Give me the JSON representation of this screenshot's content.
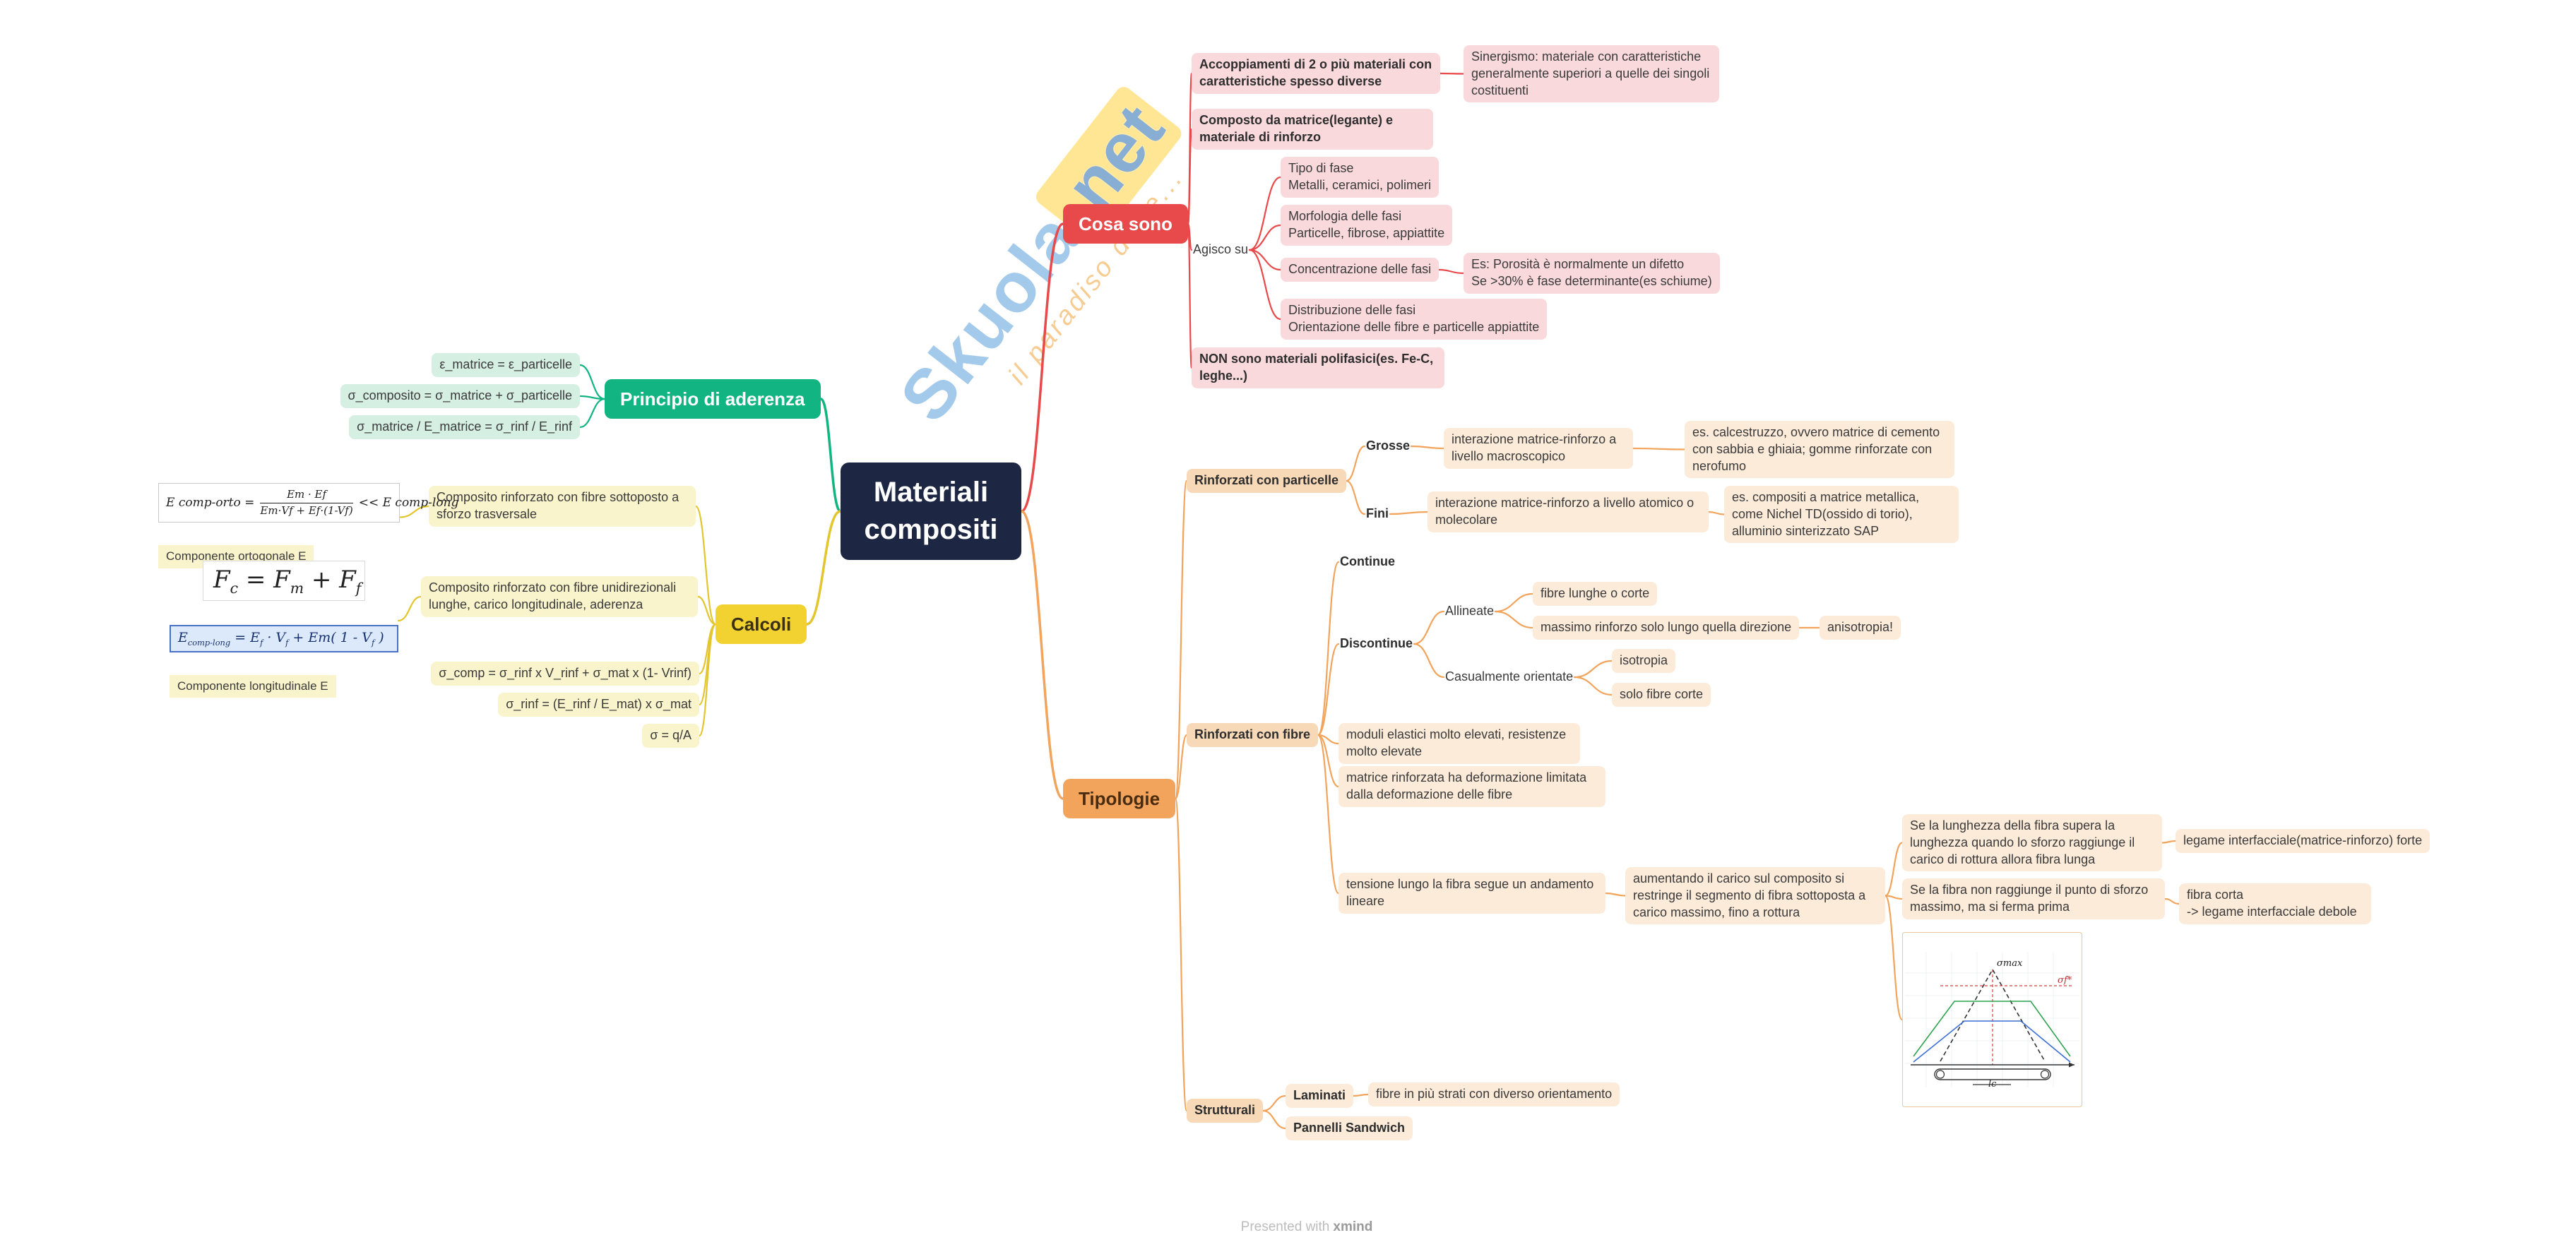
{
  "root": {
    "title": "Materiali compositi"
  },
  "colors": {
    "central": "#1D2642",
    "cosa_sono": "#E8494A",
    "principio": "#12B581",
    "calcoli": "#F2D231",
    "tipologie": "#F2A45C",
    "pink_bg": "#F9D9DC",
    "green_bg": "#D6EFE3",
    "yellow_bg": "#FAF4CC",
    "tan_bg": "#FDEBDA"
  },
  "watermark": {
    "brand": "Skuola",
    "suffix": ".net",
    "tagline": "il paradiso delle..."
  },
  "footer": {
    "prefix": "Presented with",
    "brand": "xmind"
  },
  "cosa": {
    "label": "Cosa sono",
    "accoppiamenti": "Accoppiamenti di 2 o più materiali con caratteristiche spesso diverse",
    "sinergismo": "Sinergismo: materiale con caratteristiche generalmente superiori a quelle dei singoli costituenti",
    "composto": "Composto da matrice(legante) e materiale di rinforzo",
    "agisco_su": "Agisco su",
    "tipo_fase": "Tipo di fase\nMetalli, ceramici, polimeri",
    "morfologia": "Morfologia delle fasi\nParticelle, fibrose, appiattite",
    "concentrazione": "Concentrazione delle fasi",
    "es_porosita": "Es: Porosità è normalmente un difetto\nSe >30% è fase determinante(es schiume)",
    "distribuzione": "Distribuzione delle fasi\nOrientazione delle fibre e particelle appiattite",
    "non_sono": "NON sono materiali polifasici(es. Fe-C, leghe...)"
  },
  "principio": {
    "label": "Principio di aderenza",
    "f1": "ε_matrice = ε_particelle",
    "f2": "σ_composito = σ_matrice + σ_particelle",
    "f3": "σ_matrice / E_matrice = σ_rinf / E_rinf"
  },
  "calcoli": {
    "label": "Calcoli",
    "trasversale": "Composito rinforzato con fibre sottoposto a sforzo trasversale",
    "orto": {
      "lhs": "E comp-orto =",
      "num": "Em · Ef",
      "den": "Em·Vf + Ef·(1-Vf)",
      "tail": "<< E comp-long"
    },
    "orto_caption": "Componente ortogonale E",
    "unidirezionali": "Composito rinforzato con fibre unidirezionali lunghe, carico longitudinale, aderenza",
    "forze": {
      "a": "F",
      "a_sub": "c",
      "b": " = F",
      "b_sub": "m",
      "c": " + F",
      "c_sub": "f"
    },
    "elong": {
      "a": "E",
      "a_sub": "comp-long",
      "b": " = E",
      "b_sub": "f",
      "c": " · V",
      "c_sub": "f",
      "d": " + Em( 1 - V",
      "d_sub": "f",
      "e": " )"
    },
    "long_caption": "Componente longitudinale E",
    "sigma_comp": "σ_comp = σ_rinf x V_rinf + σ_mat x (1- Vrinf)",
    "sigma_rinf": "σ_rinf = (E_rinf / E_mat) x σ_mat",
    "sigma_qa": "σ = q/A"
  },
  "tipologie": {
    "label": "Tipologie",
    "particelle": {
      "label": "Rinforzati con particelle",
      "grosse": "Grosse",
      "grosse_desc": "interazione matrice-rinforzo a livello macroscopico",
      "grosse_es": "es. calcestruzzo, ovvero matrice di cemento con sabbia e ghiaia; gomme rinforzate con nerofumo",
      "fini": "Fini",
      "fini_desc": "interazione matrice-rinforzo a livello atomico o molecolare",
      "fini_es": "es. compositi a matrice metallica, come Nichel TD(ossido di torio), alluminio sinterizzato SAP"
    },
    "fibre": {
      "label": "Rinforzati con fibre",
      "continue_lbl": "Continue",
      "discontinue": "Discontinue",
      "allineate": "Allineate",
      "fibre_lunghe": "fibre lunghe o corte",
      "massimo": "massimo rinforzo solo lungo quella direzione",
      "anisotropia": "anisotropia!",
      "casualmente": "Casualmente orientate",
      "isotropia": "isotropia",
      "solo_corte": "solo fibre corte",
      "moduli": "moduli elastici molto elevati, resistenze molto elevate",
      "matrice_rinf": "matrice rinforzata ha deformazione limitata dalla deformazione delle fibre",
      "tensione": "tensione lungo la fibra segue un andamento lineare",
      "aumentando": "aumentando il carico sul composito si restringe il segmento di fibra sottoposta a carico massimo, fino a rottura",
      "fibra_lunga": "Se la lunghezza della fibra supera la lunghezza quando lo sforzo raggiunge il carico di rottura allora fibra lunga",
      "legame_forte": "legame interfacciale(matrice-rinforzo) forte",
      "fibra_corta_cond": "Se la fibra non raggiunge il punto di sforzo massimo, ma si ferma prima",
      "legame_debole": "fibra corta\n-> legame interfacciale debole",
      "chart": {
        "sigma_max": "σmax",
        "sigma_f": "σf*",
        "lc": "lc"
      }
    },
    "strutturali": {
      "label": "Strutturali",
      "laminati": "Laminati",
      "laminati_desc": "fibre in più strati con diverso orientamento",
      "pannelli": "Pannelli Sandwich"
    }
  }
}
